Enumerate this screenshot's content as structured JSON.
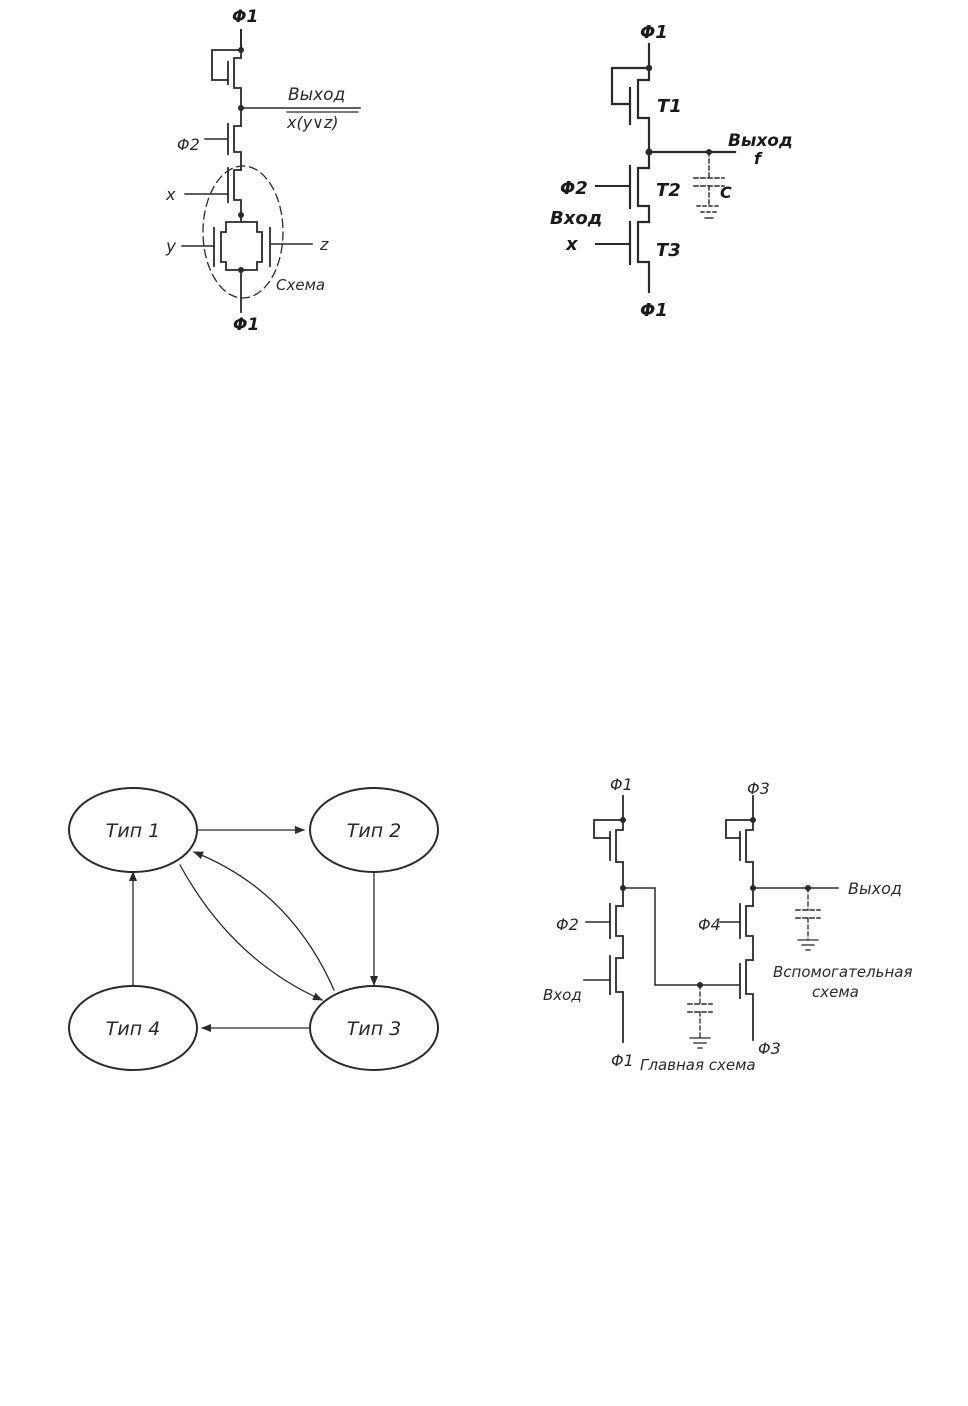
{
  "circuit_a": {
    "phi1_top": "Φ1",
    "output_label": "Выход",
    "output_expr": "x(y∨z)",
    "phi2": "Φ2",
    "input_x": "x",
    "input_y": "y",
    "input_z": "z",
    "scheme_label": "Схема",
    "phi1_bottom": "Φ1"
  },
  "circuit_b": {
    "phi1_top": "Φ1",
    "t1": "T1",
    "output_label": "Выход",
    "output_f": "f",
    "phi2": "Φ2",
    "t2": "T2",
    "capacitor": "C",
    "input_label": "Вход",
    "input_x": "x",
    "t3": "T3",
    "phi1_bottom": "Φ1"
  },
  "state_graph": {
    "nodes": [
      "Тип 1",
      "Тип 2",
      "Тип 3",
      "Тип 4"
    ],
    "edges": [
      {
        "from": "Тип 1",
        "to": "Тип 2"
      },
      {
        "from": "Тип 2",
        "to": "Тип 3"
      },
      {
        "from": "Тип 3",
        "to": "Тип 4"
      },
      {
        "from": "Тип 4",
        "to": "Тип 1"
      },
      {
        "from": "Тип 1",
        "to": "Тип 3"
      },
      {
        "from": "Тип 3",
        "to": "Тип 1"
      }
    ]
  },
  "circuit_c": {
    "phi1_top": "Φ1",
    "phi3_top": "Φ3",
    "output_label": "Выход",
    "phi2": "Φ2",
    "phi4": "Φ4",
    "input_label": "Вход",
    "aux_scheme_line1": "Вспомогательная",
    "aux_scheme_line2": "схема",
    "phi1_bottom": "Φ1",
    "main_scheme": "Главная схема",
    "phi3_bottom": "Φ3"
  }
}
